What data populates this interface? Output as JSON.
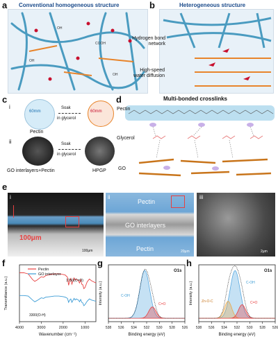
{
  "panels": {
    "a": {
      "letter": "a",
      "title": "Conventional homogeneous structure"
    },
    "b": {
      "letter": "b",
      "title": "Heterogeneous structure",
      "hbond": "Hydrogen bond network",
      "water": "High-speed water diffusion"
    },
    "c": {
      "letter": "c",
      "sub_i": "i",
      "sub_ii": "ii",
      "dim_before": "60mm",
      "dim_after": "60mm",
      "soak": "Soak",
      "in_glycerol": "in glycerol",
      "pectin": "Pectin",
      "go_pectin": "GO interlayers+Pectin",
      "hpgp": "HPGP"
    },
    "d": {
      "letter": "d",
      "title": "Multi-bonded crosslinks",
      "pectin": "Pectin",
      "glycerol": "Glycerol",
      "go": "GO"
    },
    "e": {
      "letter": "e",
      "sub_i": "i",
      "sub_ii": "ii",
      "sub_iii": "iii",
      "arrow100": "100μm",
      "scale_i": "100μm",
      "pectin_top": "Pectin",
      "go_interlayers": "GO interlayers",
      "pectin_bottom": "Pectin",
      "scale_ii": "20μm",
      "scale_iii": "2μm"
    },
    "f": {
      "letter": "f",
      "legend": [
        "Pectin",
        "GO interlayer"
      ],
      "ann_co": "1750(C=O)",
      "ann_oh": "3300(O-H)"
    },
    "g": {
      "letter": "g",
      "peak": "O1s",
      "co_h": "C-OH",
      "co_d": "C=O"
    },
    "h": {
      "letter": "h",
      "peak": "O1s",
      "co_h": "C-OH",
      "zn": "Zn-O-C",
      "co_d": "C=O"
    }
  },
  "colors": {
    "pectin": "#e84040",
    "go": "#3a9bd5",
    "water": "#c8102e",
    "chain": "#4a9bc0",
    "orange": "#e8842a"
  },
  "chart_data": [
    {
      "type": "line",
      "title": "",
      "xlabel": "Wavenumber (cm⁻¹)",
      "ylabel": "Transmittance (a.u.)",
      "xlim": [
        4000,
        500
      ],
      "xticks": [
        4000,
        3000,
        2000,
        1000
      ],
      "series": [
        {
          "name": "Pectin",
          "color": "#e84040",
          "x": [
            4000,
            3800,
            3600,
            3400,
            3300,
            3200,
            3000,
            2900,
            2800,
            2600,
            2400,
            2200,
            2000,
            1900,
            1800,
            1750,
            1700,
            1650,
            1600,
            1500,
            1450,
            1400,
            1300,
            1250,
            1200,
            1150,
            1100,
            1050,
            1000,
            900,
            800,
            700,
            600,
            500
          ],
          "y": [
            0.86,
            0.86,
            0.84,
            0.74,
            0.71,
            0.73,
            0.79,
            0.78,
            0.81,
            0.83,
            0.84,
            0.84,
            0.83,
            0.82,
            0.78,
            0.64,
            0.72,
            0.76,
            0.66,
            0.77,
            0.73,
            0.75,
            0.72,
            0.68,
            0.74,
            0.66,
            0.65,
            0.58,
            0.6,
            0.7,
            0.75,
            0.72,
            0.7,
            0.68
          ]
        },
        {
          "name": "GO interlayer",
          "color": "#3a9bd5",
          "x": [
            4000,
            3800,
            3600,
            3400,
            3300,
            3200,
            3000,
            2900,
            2800,
            2600,
            2400,
            2200,
            2000,
            1900,
            1800,
            1750,
            1700,
            1650,
            1600,
            1500,
            1450,
            1400,
            1300,
            1250,
            1200,
            1150,
            1100,
            1050,
            1000,
            900,
            800,
            700,
            600,
            500
          ],
          "y": [
            0.46,
            0.46,
            0.45,
            0.38,
            0.35,
            0.37,
            0.42,
            0.41,
            0.43,
            0.44,
            0.45,
            0.45,
            0.44,
            0.43,
            0.41,
            0.34,
            0.38,
            0.4,
            0.34,
            0.41,
            0.38,
            0.4,
            0.38,
            0.35,
            0.39,
            0.34,
            0.33,
            0.28,
            0.3,
            0.36,
            0.4,
            0.38,
            0.37,
            0.36
          ]
        }
      ]
    },
    {
      "type": "line",
      "title": "O1s",
      "xlabel": "Binding energy (eV)",
      "ylabel": "Intensity (a.u.)",
      "xlim": [
        538,
        526
      ],
      "xticks": [
        538,
        536,
        534,
        532,
        530,
        528,
        526
      ],
      "series": [
        {
          "name": "C-OH",
          "shape": "peak",
          "center": 532.3,
          "height": 0.84,
          "width": 1.1,
          "color": "#5aa9e0"
        },
        {
          "name": "C=O",
          "shape": "peak",
          "center": 531.1,
          "height": 0.2,
          "width": 0.8,
          "color": "#e84040"
        }
      ]
    },
    {
      "type": "line",
      "title": "O1s",
      "xlabel": "Binding energy (eV)",
      "ylabel": "Intensity (a.u.)",
      "xlim": [
        538,
        526
      ],
      "xticks": [
        538,
        536,
        534,
        532,
        530,
        528,
        526
      ],
      "series": [
        {
          "name": "C-OH",
          "shape": "peak",
          "center": 532.3,
          "height": 0.84,
          "width": 1.1,
          "color": "#5aa9e0"
        },
        {
          "name": "Zn-O-C",
          "shape": "peak",
          "center": 533.4,
          "height": 0.3,
          "width": 0.8,
          "color": "#e8a84a"
        },
        {
          "name": "C=O",
          "shape": "peak",
          "center": 531.2,
          "height": 0.24,
          "width": 0.8,
          "color": "#e84040"
        }
      ]
    }
  ]
}
